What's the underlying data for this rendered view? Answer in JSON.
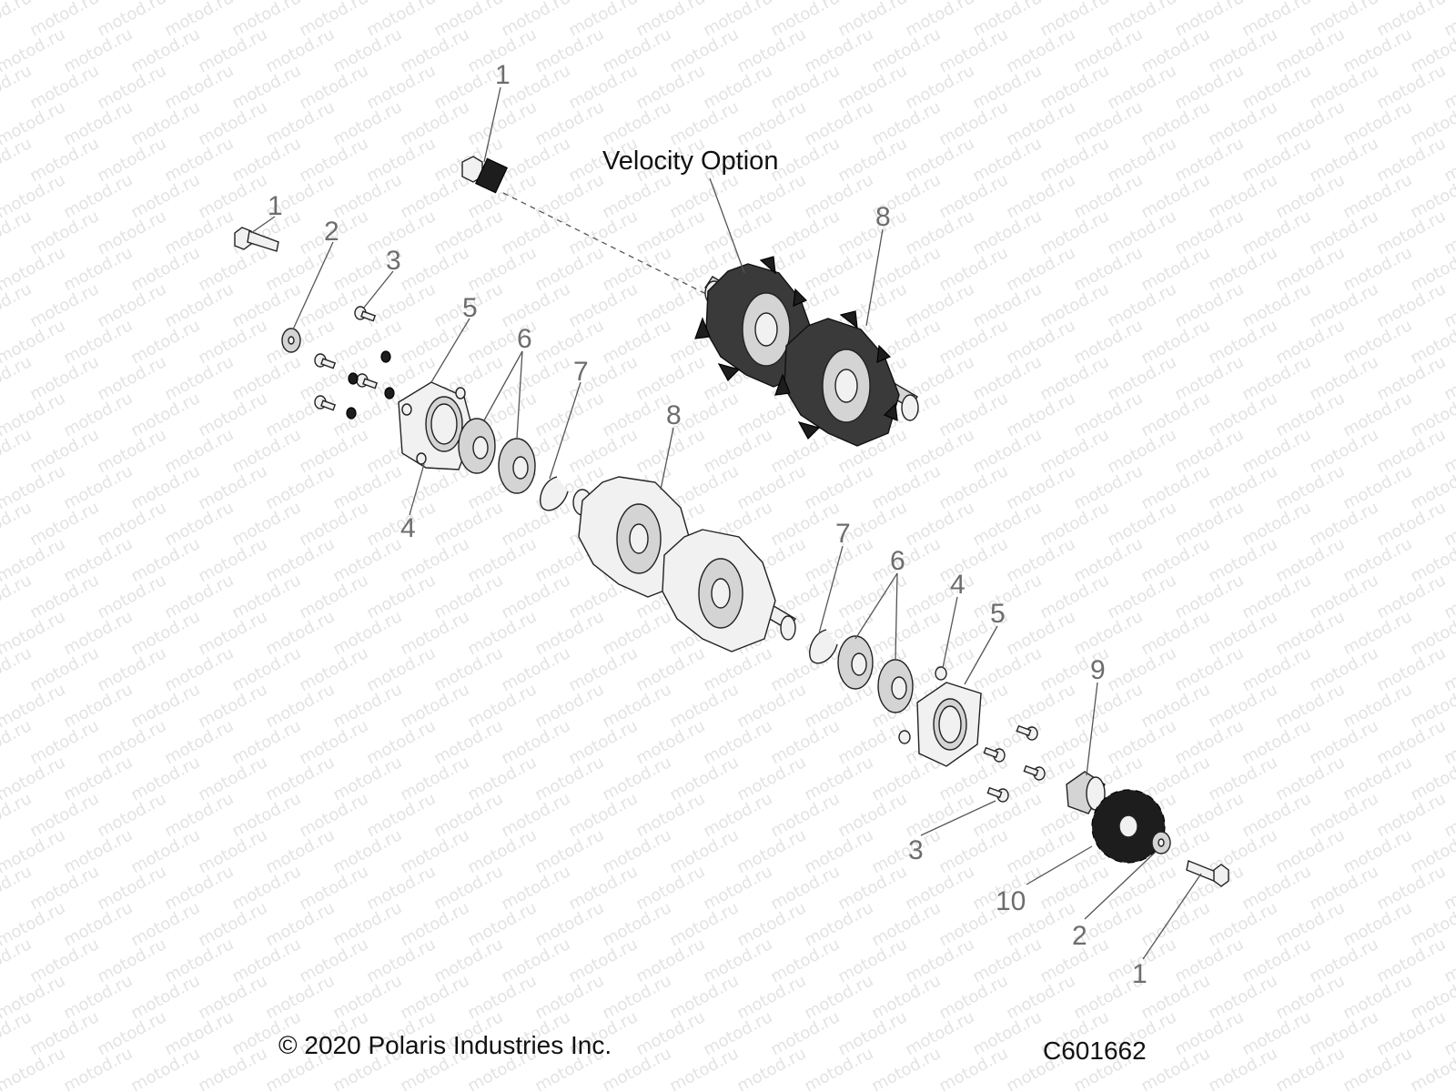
{
  "diagram": {
    "title": "Velocity Option",
    "copyright": "© 2020 Polaris Industries Inc.",
    "code": "C601662",
    "watermark": "motod.ru",
    "callouts": [
      "1",
      "1",
      "2",
      "3",
      "5",
      "6",
      "7",
      "4",
      "8",
      "8",
      "7",
      "6",
      "4",
      "5",
      "9",
      "3",
      "10",
      "2",
      "1"
    ]
  }
}
